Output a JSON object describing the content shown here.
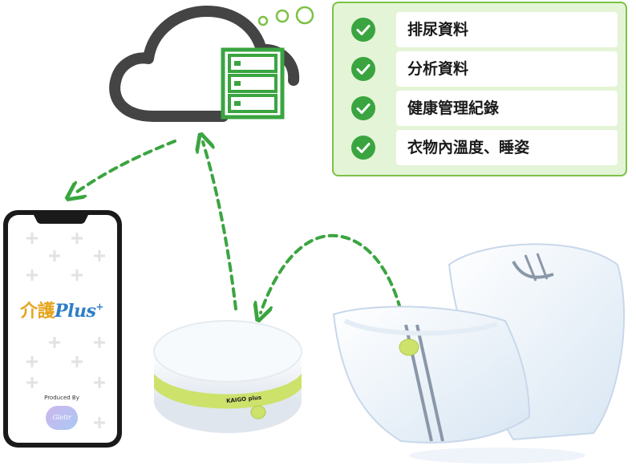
{
  "features": [
    {
      "label": "排尿資料",
      "icon": "check-circle-icon"
    },
    {
      "label": "分析資料",
      "icon": "check-circle-icon"
    },
    {
      "label": "健康管理紀錄",
      "icon": "check-circle-icon"
    },
    {
      "label": "衣物內溫度、睡姿",
      "icon": "check-circle-icon"
    }
  ],
  "phone": {
    "logo_kanji": "介護",
    "logo_plus": "Plus",
    "logo_sup": "+",
    "produced_by": "Produced By",
    "vendor": "Gletir"
  },
  "device": {
    "label": "KAIGO plus"
  },
  "colors": {
    "accent_green": "#3aa540",
    "panel_bg": "#e4f4d6",
    "panel_border": "#7cc145",
    "cloud_stroke": "#444444",
    "arrow_green": "#3aa540",
    "band_green": "#cde26b"
  }
}
